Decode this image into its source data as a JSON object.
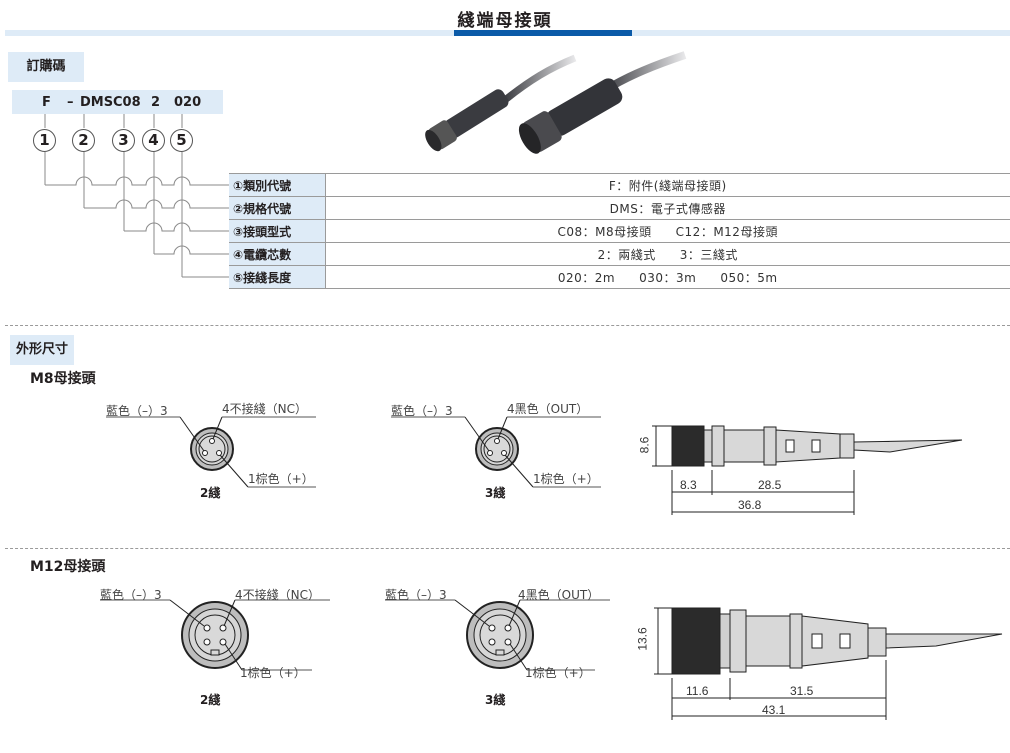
{
  "page": {
    "title": "綫端母接頭",
    "colors": {
      "accent": "#0b5aa8",
      "band": "#deebf7",
      "text": "#231f20",
      "line": "#9a9a9a"
    }
  },
  "order": {
    "label": "訂購碼",
    "code_parts": [
      "F",
      "–",
      "DMS",
      "C08",
      "2",
      "020"
    ],
    "circle_numbers": [
      "1",
      "2",
      "3",
      "4",
      "5"
    ],
    "table": [
      {
        "key": "①類別代號",
        "values": [
          "F：附件(綫端母接頭)"
        ]
      },
      {
        "key": "②規格代號",
        "values": [
          "DMS：電子式傳感器"
        ]
      },
      {
        "key": "③接頭型式",
        "values": [
          "C08：M8母接頭",
          "C12：M12母接頭"
        ]
      },
      {
        "key": "④電纜芯數",
        "values": [
          "2：兩綫式",
          "3：三綫式"
        ]
      },
      {
        "key": "⑤接綫長度",
        "values": [
          "020：2m",
          "030：3m",
          "050：5m"
        ]
      }
    ]
  },
  "product_photo": {
    "alt": "M8 and M12 female connector cables"
  },
  "dimensions": {
    "label": "外形尺寸",
    "m8": {
      "heading": "M8母接頭",
      "two_wire": {
        "pin3": "藍色（–）3",
        "pin4": "4不接綫（NC）",
        "pin1": "1棕色（+）",
        "caption": "2綫"
      },
      "three_wire": {
        "pin3": "藍色（–）3",
        "pin4": "4黑色（OUT）",
        "pin1": "1棕色（+）",
        "caption": "3綫"
      },
      "drawing": {
        "height": "8.6",
        "head": "8.3",
        "body": "28.5",
        "total": "36.8"
      }
    },
    "m12": {
      "heading": "M12母接頭",
      "two_wire": {
        "pin3": "藍色（–）3",
        "pin4": "4不接綫（NC）",
        "pin1": "1棕色（+）",
        "caption": "2綫"
      },
      "three_wire": {
        "pin3": "藍色（–）3",
        "pin4": "4黑色（OUT）",
        "pin1": "1棕色（+）",
        "caption": "3綫"
      },
      "drawing": {
        "height": "13.6",
        "head": "11.6",
        "body": "31.5",
        "total": "43.1"
      }
    }
  }
}
